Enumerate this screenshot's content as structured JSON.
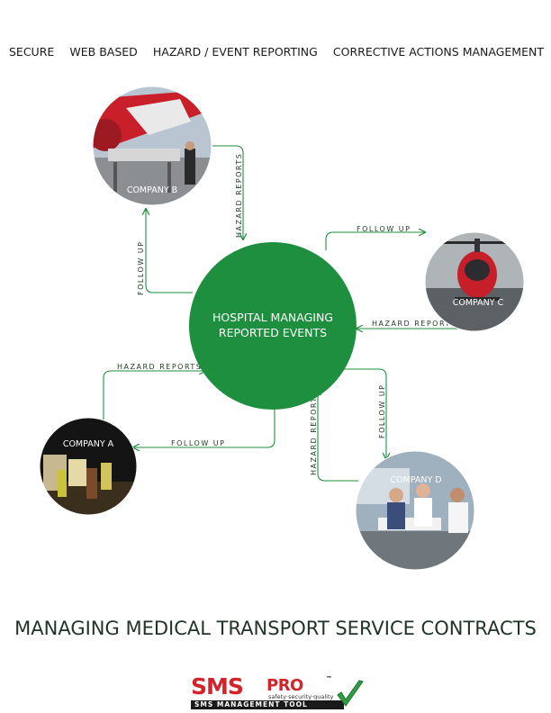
{
  "nav": {
    "items": [
      "SECURE",
      "WEB BASED",
      "HAZARD / EVENT REPORTING",
      "CORRECTIVE ACTIONS MANAGEMENT"
    ]
  },
  "hub": {
    "line1": "HOSPITAL MANAGING",
    "line2": "REPORTED EVENTS",
    "color": "#1e8f3e"
  },
  "companies": {
    "b": "COMPANY B",
    "c": "COMPANY C",
    "a": "COMPANY A",
    "d": "COMPANY D"
  },
  "arrows": {
    "hazard_reports": "HAZARD REPORTS",
    "follow_up": "FOLLOW UP",
    "color": "#1e8f3e"
  },
  "headline": "MANAGING MEDICAL TRANSPORT SERVICE CONTRACTS",
  "logo": {
    "sms": "SMS",
    "pro": "PRO",
    "tm": "™",
    "tagline": "safety·security·quality",
    "bar": "SMS MANAGEMENT TOOL",
    "brand_red": "#d4232b",
    "check_green": "#2ea043"
  }
}
